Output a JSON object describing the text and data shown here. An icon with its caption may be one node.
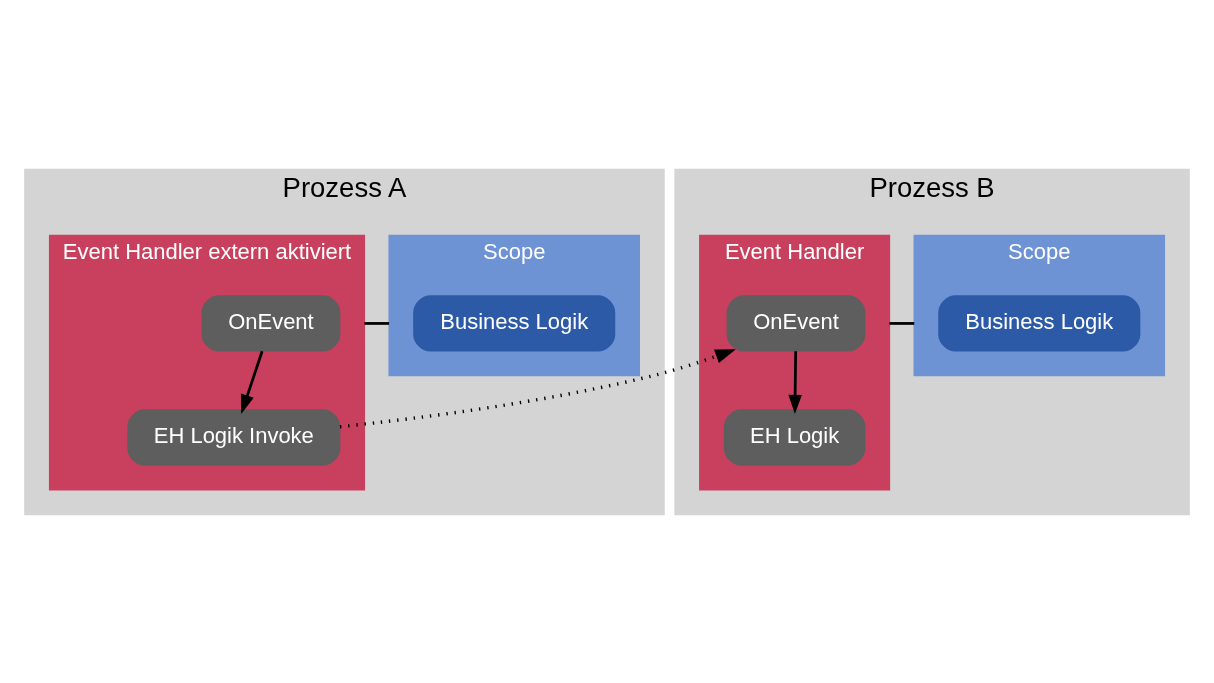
{
  "diagram": {
    "nodes": [
      {
        "text": [
          "Prozess A"
        ]
      },
      {
        "text": [
          "Scope"
        ],
        "in": 0
      },
      {
        "text": [
          "Business Logik"
        ],
        "in": 1
      },
      {
        "text": [
          "Event Handler extern aktiviert"
        ],
        "in": 0
      },
      {
        "text": [
          "OnEvent"
        ],
        "in": 3
      },
      {
        "text": [
          "EH Logik Invoke"
        ],
        "in": 3
      },
      {
        "text": [
          "Prozess B"
        ]
      },
      {
        "text": [
          "Scope"
        ],
        "in": 6
      },
      {
        "text": [
          "Business Logik"
        ],
        "in": 7
      },
      {
        "text": [
          "Event Handler"
        ],
        "in": 6
      },
      {
        "text": [
          "OnEvent"
        ],
        "in": 9
      },
      {
        "text": [
          "EH Logik"
        ],
        "in": 9
      }
    ],
    "edges": [
      {
        "from": 1,
        "to": 3,
        "arrow": "none"
      },
      {
        "from": 4,
        "to": 5,
        "arrow": "to"
      },
      {
        "from": 5,
        "to": 10,
        "arrow": "to",
        "style": "dashed"
      },
      {
        "from": 7,
        "to": 9,
        "arrow": "none"
      },
      {
        "from": 10,
        "to": 11,
        "arrow": "to"
      }
    ]
  }
}
